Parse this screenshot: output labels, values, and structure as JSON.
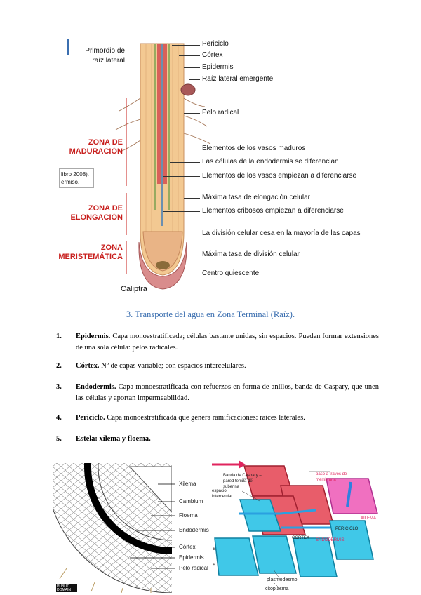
{
  "diagram1": {
    "labels_right": [
      "Periciclo",
      "Córtex",
      "Epidermis",
      "Raíz lateral emergente",
      "Pelo radical",
      "Elementos de los vasos maduros",
      "Las células de la endodermis se diferencian",
      "Elementos de los vasos empiezan a diferenciarse",
      "Máxima tasa de elongación celular",
      "Elementos cribosos empiezan a diferenciarse",
      "La división celular cesa en la mayoría de las capas",
      "Máxima tasa de división celular",
      "Centro quiescente"
    ],
    "label_primordio": "Primordio de raíz lateral",
    "label_caliptra": "Caliptra",
    "zone_maduracion": "ZONA DE MADURACIÓN",
    "zone_elongacion": "ZONA DE ELONGACIÓN",
    "zone_meristematica": "ZONA MERISTEMÁTICA",
    "side_note": "libro 2008). ermiso."
  },
  "caption": "3. Transporte del agua en Zona Terminal (Raíz).",
  "list": [
    {
      "num": "1.",
      "term": "Epidermis.",
      "text": "Capa monoestratificada; células bastante unidas, sin espacios. Pueden formar extensiones de una sola célula: pelos radicales."
    },
    {
      "num": "2.",
      "term": "Córtex.",
      "text": "Nº de capas variable; con espacios intercelulares."
    },
    {
      "num": "3.",
      "term": "Endodermis.",
      "text": "Capa monoestratificada con refuerzos en forma de anillos, banda de Caspary, que unen las células y aportan impermeabilidad."
    },
    {
      "num": "4.",
      "term": "Periciclo.",
      "text": "Capa monoestratificada que genera ramificaciones: raíces laterales."
    },
    {
      "num": "5.",
      "term": "Estela: xilema y floema.",
      "text": ""
    }
  ],
  "diagram2": {
    "labels": [
      "Xilema",
      "Cambium",
      "Floema",
      "Endodermis",
      "Córtex",
      "Epidermis",
      "Pelo radical"
    ],
    "frag1": "an",
    "frag2": "a",
    "badge": "PUBLIC DOMAIN"
  },
  "diagram3": {
    "banda": "Banda de Caspary – pared tenida de suberina",
    "espacio": "espacio intercelular",
    "paso": "paso a través de membrana",
    "xilema": "XILEMA",
    "periciclo": "PERICICLO",
    "cortex": "CÓRTEX",
    "endodermis": "ENDODERMIS",
    "plasmodesmo": "plasmodesmo",
    "citoplasma": "citoplasma"
  }
}
